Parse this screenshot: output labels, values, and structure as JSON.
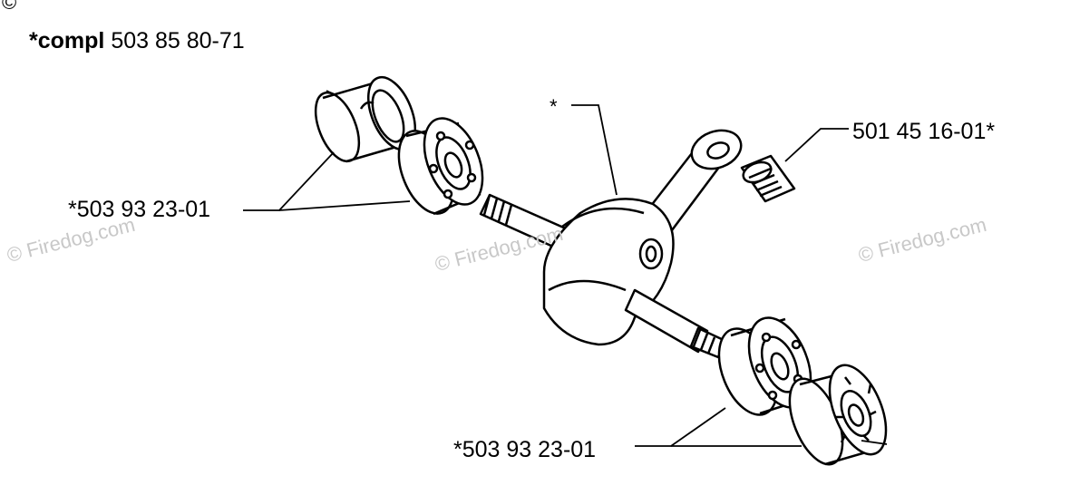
{
  "title": {
    "prefix": "*compl",
    "number": "503 85 80-71"
  },
  "labels": {
    "crankshaft": "*",
    "needle_bearing": "501 45 16-01*",
    "bearing_left": "*503 93 23-01",
    "bearing_bottom": "*503 93 23-01"
  },
  "watermark": {
    "text": "© Firedog.com",
    "copyright": "©"
  },
  "colors": {
    "line": "#000000",
    "watermark": "#c8c8c8",
    "background": "#ffffff"
  }
}
